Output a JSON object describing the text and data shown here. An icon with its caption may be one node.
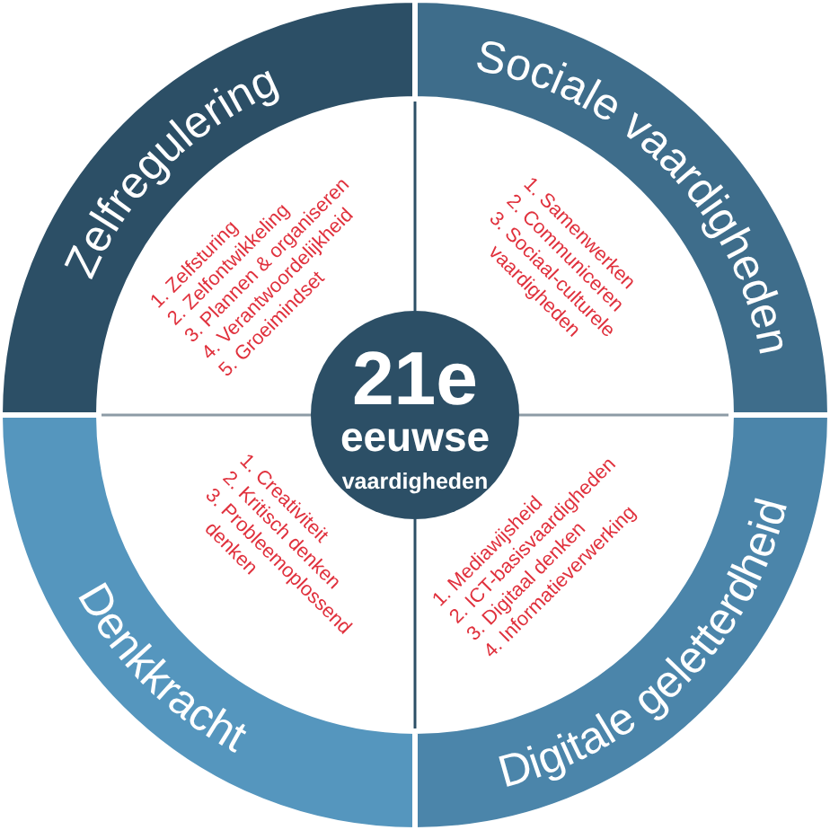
{
  "diagram": {
    "nodes": [
      {
        "text": [
          "21e",
          "eeuwse",
          "vaardigheden"
        ]
      },
      {
        "text": [
          "Zelfregulering",
          "1. Zelfsturing",
          "2. Zelfontwikkeling",
          "3. Plannen & organiseren",
          "4. Verantwoordelijkheid",
          "5. Groeimindset"
        ]
      },
      {
        "text": [
          "Sociale vaardigheden",
          "1. Samenwerken",
          "2. Communiceren",
          "3. Sociaal-culturele vaardigheden"
        ]
      },
      {
        "text": [
          "Denkkracht",
          "1. Creativiteit",
          "2. Kritisch denken",
          "3. Probleemoplossend denken"
        ]
      },
      {
        "text": [
          "Digitale geletterdheid",
          "1. Mediawijsheid",
          "2. ICT-basisvaardigheden",
          "3. Digitaal denken",
          "4. Informatieverwerking"
        ]
      }
    ]
  }
}
